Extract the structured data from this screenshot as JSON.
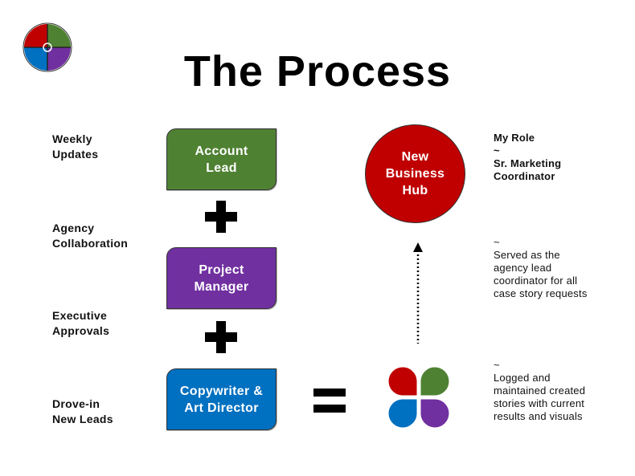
{
  "title": "The Process",
  "colors": {
    "green": "#4f8133",
    "purple": "#7030a0",
    "blue": "#0070c0",
    "red": "#c00000"
  },
  "left_labels": [
    {
      "lines": [
        "Weekly",
        "Updates"
      ]
    },
    {
      "lines": [
        "Agency",
        "Collaboration"
      ]
    },
    {
      "lines": [
        "Executive",
        "Approvals"
      ]
    },
    {
      "lines": [
        "Drove-in",
        "New Leads"
      ]
    }
  ],
  "boxes": [
    {
      "lines": [
        "Account",
        "Lead"
      ],
      "color": "green"
    },
    {
      "lines": [
        "Project",
        "Manager"
      ],
      "color": "purple"
    },
    {
      "lines": [
        "Copywriter &",
        "Art Director"
      ],
      "color": "blue"
    }
  ],
  "operators": {
    "plus": "plus-icon",
    "equals": "equals-icon",
    "arrow": "dotted-arrow-up-icon"
  },
  "hub": {
    "lines": [
      "New",
      "Business",
      "Hub"
    ],
    "color": "red"
  },
  "role": {
    "heading": "My Role",
    "tilde": "~",
    "title_lines": [
      "Sr. Marketing",
      "Coordinator"
    ]
  },
  "notes": [
    {
      "lines": [
        "~",
        "Served as the",
        "agency lead",
        "coordinator for all",
        "case story requests"
      ]
    },
    {
      "lines": [
        "~",
        "Logged and",
        "maintained created",
        "stories with current",
        "results and visuals"
      ]
    }
  ],
  "logos": {
    "corner": "four-color-circle-logo",
    "clover": "four-petal-logo"
  }
}
